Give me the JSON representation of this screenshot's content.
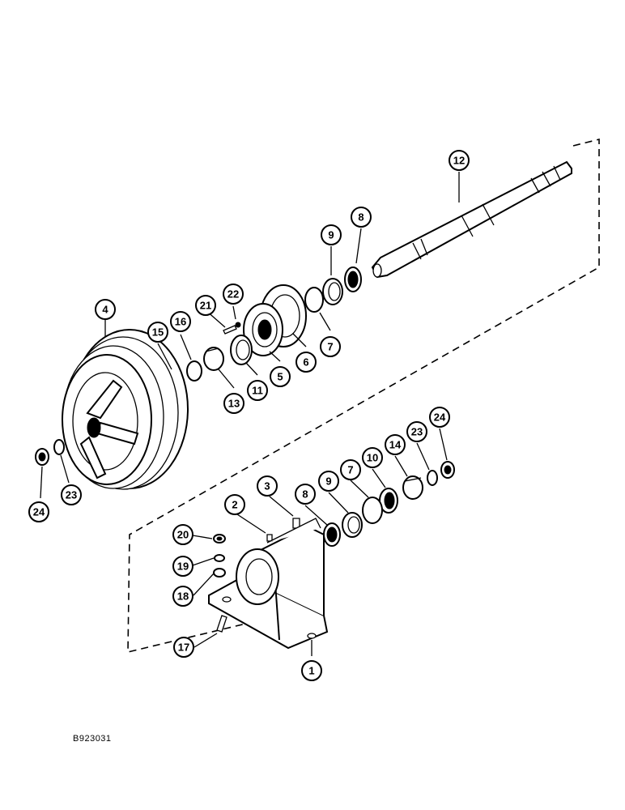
{
  "drawing_number": "B923031",
  "callouts": [
    {
      "id": "c1",
      "label": "1"
    },
    {
      "id": "c2",
      "label": "2"
    },
    {
      "id": "c3",
      "label": "3"
    },
    {
      "id": "c4",
      "label": "4"
    },
    {
      "id": "c5",
      "label": "5"
    },
    {
      "id": "c6",
      "label": "6"
    },
    {
      "id": "c7a",
      "label": "7"
    },
    {
      "id": "c7b",
      "label": "7"
    },
    {
      "id": "c8a",
      "label": "8"
    },
    {
      "id": "c8b",
      "label": "8"
    },
    {
      "id": "c9a",
      "label": "9"
    },
    {
      "id": "c9b",
      "label": "9"
    },
    {
      "id": "c10",
      "label": "10"
    },
    {
      "id": "c11",
      "label": "11"
    },
    {
      "id": "c12",
      "label": "12"
    },
    {
      "id": "c13",
      "label": "13"
    },
    {
      "id": "c14",
      "label": "14"
    },
    {
      "id": "c15",
      "label": "15"
    },
    {
      "id": "c16",
      "label": "16"
    },
    {
      "id": "c17",
      "label": "17"
    },
    {
      "id": "c18",
      "label": "18"
    },
    {
      "id": "c19",
      "label": "19"
    },
    {
      "id": "c20",
      "label": "20"
    },
    {
      "id": "c21",
      "label": "21"
    },
    {
      "id": "c22",
      "label": "22"
    },
    {
      "id": "c23a",
      "label": "23"
    },
    {
      "id": "c23b",
      "label": "23"
    },
    {
      "id": "c24a",
      "label": "24"
    },
    {
      "id": "c24b",
      "label": "24"
    }
  ]
}
